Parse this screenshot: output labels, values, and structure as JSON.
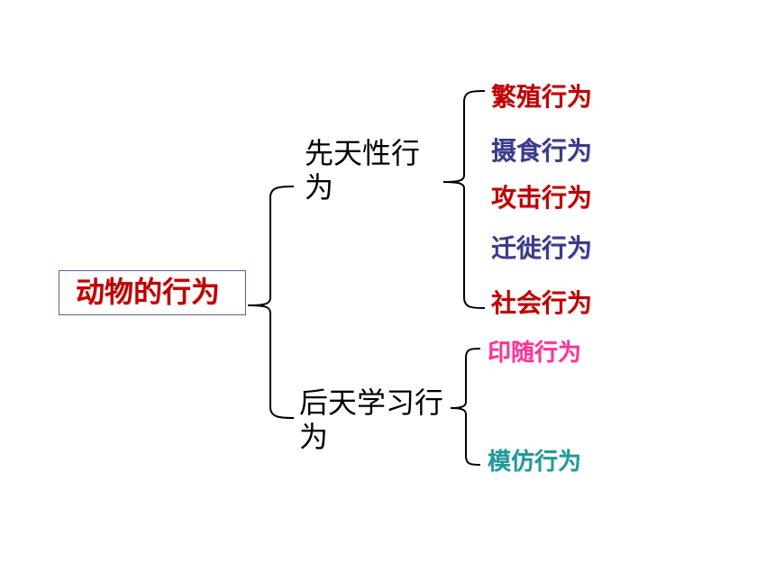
{
  "colors": {
    "red": "#c00000",
    "blue": "#3a3a8c",
    "pink": "#ff3399",
    "teal": "#1f9a9a",
    "line": "#000000"
  },
  "root": {
    "label": "动物的行为",
    "color": "#c00000"
  },
  "branches": [
    {
      "label": "先天性行为",
      "leaves": [
        {
          "label": "繁殖行为",
          "color": "#c00000"
        },
        {
          "label": "摄食行为",
          "color": "#3a3a8c"
        },
        {
          "label": "攻击行为",
          "color": "#c00000"
        },
        {
          "label": "迁徙行为",
          "color": "#3a3a8c"
        },
        {
          "label": "社会行为",
          "color": "#c00000"
        }
      ]
    },
    {
      "label": "后天学习行为",
      "leaves": [
        {
          "label": "印随行为",
          "color": "#ff3399"
        },
        {
          "label": "模仿行为",
          "color": "#1f9a9a"
        }
      ]
    }
  ]
}
